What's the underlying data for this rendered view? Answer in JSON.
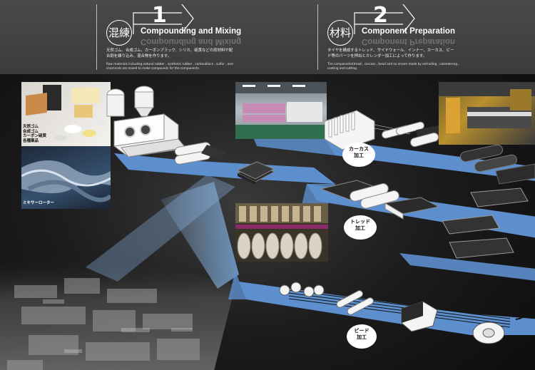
{
  "steps": [
    {
      "kanji": "混練",
      "number": "1",
      "title": "Compounding and Mixing",
      "description_jp": "天然ゴム、合成ゴム、カーボンブラック、シリカ、硫黄などの原材料や配合剤を練り込み、混合物を作ります。",
      "description_en": "Raw materials including natural rubber , synthetic rubber , carbonblack , sulfur , and chemicals are mixed to make compounds for the components."
    },
    {
      "kanji": "材料",
      "number": "2",
      "title": "Component Preparation",
      "description_jp": "タイヤを構成するトレッド、サイドウォール、インナー、カーカス、ビード等のパーツを押出とカレンダー加工によって作ります。",
      "description_en": "Tire components(tread , carcass , bead and so on)are made by extruding , calendering , coating and cutting."
    }
  ],
  "labels": {
    "materials": [
      "天然ゴム",
      "合成ゴム",
      "カーボン硫黄",
      "各種薬品"
    ],
    "mixer_rotor": "ミキサーローター",
    "carcass": [
      "カーカス",
      "加工"
    ],
    "tread": [
      "トレッド",
      "加工"
    ],
    "bead": [
      "ビード",
      "加工"
    ]
  },
  "colors": {
    "flow_blue": "#5d8fce",
    "flow_blue_light": "#8db6e6",
    "header_band": "#444444",
    "machine_white": "#f2f2f2"
  }
}
